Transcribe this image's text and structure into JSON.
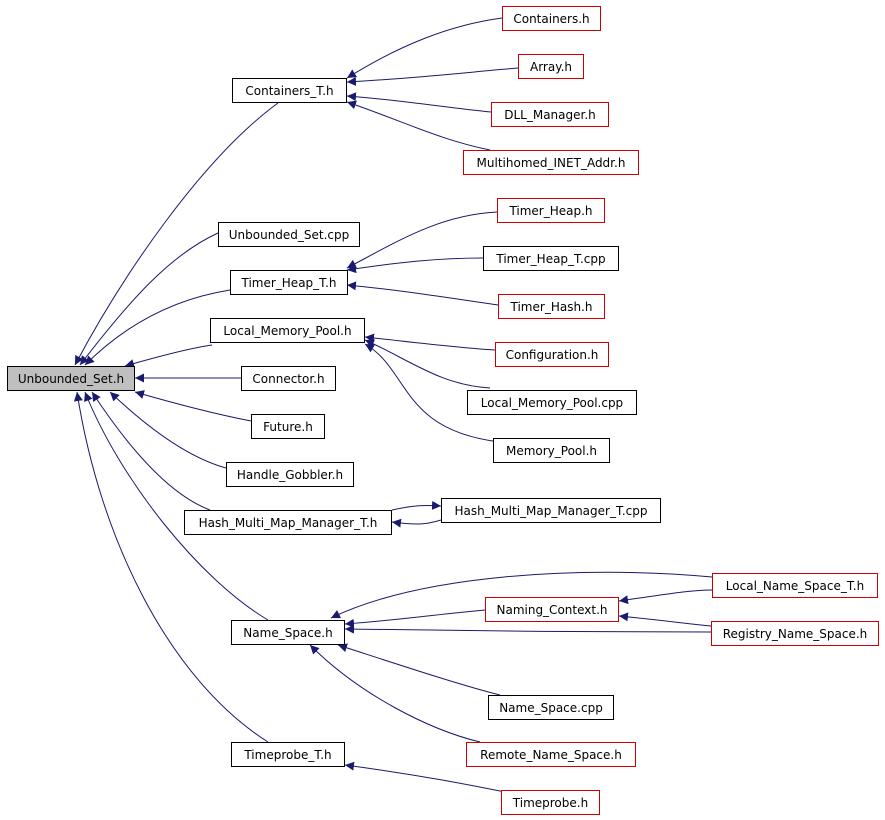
{
  "colors": {
    "edge": "#1a1a6e",
    "border_default": "#000000",
    "border_red": "#cc0000",
    "root_fill": "#bfbfbf"
  },
  "nodes": {
    "unbounded_set_h": "Unbounded_Set.h",
    "containers_t_h": "Containers_T.h",
    "containers_h": "Containers.h",
    "array_h": "Array.h",
    "dll_manager_h": "DLL_Manager.h",
    "multihomed_inet_addr_h": "Multihomed_INET_Addr.h",
    "unbounded_set_cpp": "Unbounded_Set.cpp",
    "timer_heap_t_h": "Timer_Heap_T.h",
    "timer_heap_h": "Timer_Heap.h",
    "timer_heap_t_cpp": "Timer_Heap_T.cpp",
    "timer_hash_h": "Timer_Hash.h",
    "local_memory_pool_h": "Local_Memory_Pool.h",
    "configuration_h": "Configuration.h",
    "local_memory_pool_cpp": "Local_Memory_Pool.cpp",
    "memory_pool_h": "Memory_Pool.h",
    "connector_h": "Connector.h",
    "future_h": "Future.h",
    "handle_gobbler_h": "Handle_Gobbler.h",
    "hash_multi_map_manager_t_h": "Hash_Multi_Map_Manager_T.h",
    "hash_multi_map_manager_t_cpp": "Hash_Multi_Map_Manager_T.cpp",
    "name_space_h": "Name_Space.h",
    "local_name_space_t_h": "Local_Name_Space_T.h",
    "naming_context_h": "Naming_Context.h",
    "registry_name_space_h": "Registry_Name_Space.h",
    "name_space_cpp": "Name_Space.cpp",
    "remote_name_space_h": "Remote_Name_Space.h",
    "timeprobe_t_h": "Timeprobe_T.h",
    "timeprobe_h": "Timeprobe.h"
  }
}
